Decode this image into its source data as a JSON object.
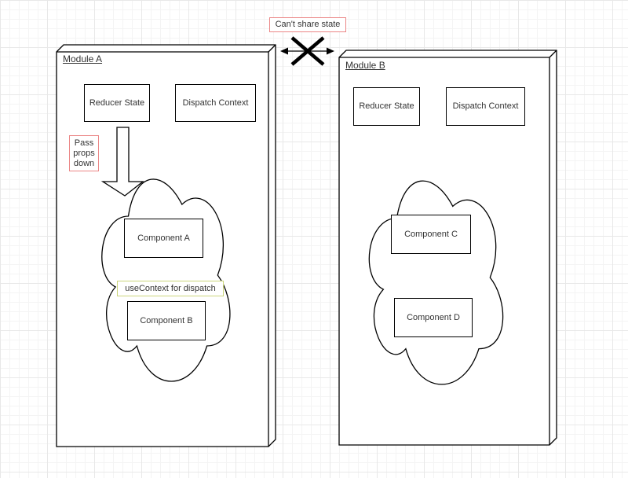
{
  "diagram": {
    "annotations": {
      "cant_share_state": "Can't share state",
      "pass_props_down": "Pass props down",
      "use_context_for_dispatch": "useContext for dispatch"
    },
    "module_a": {
      "title": "Module A",
      "reducer_state": "Reducer State",
      "dispatch_context": "Dispatch Context",
      "component_a": "Component A",
      "component_b": "Component B"
    },
    "module_b": {
      "title": "Module B",
      "reducer_state": "Reducer State",
      "dispatch_context": "Dispatch Context",
      "component_c": "Component C",
      "component_d": "Component D"
    },
    "colors": {
      "stroke": "#000000",
      "text": "#333333",
      "red_accent": "#eb8686",
      "green_accent": "#ccd67c",
      "grid_minor": "#f4f4f4",
      "grid_major": "#e8e8e8"
    }
  }
}
